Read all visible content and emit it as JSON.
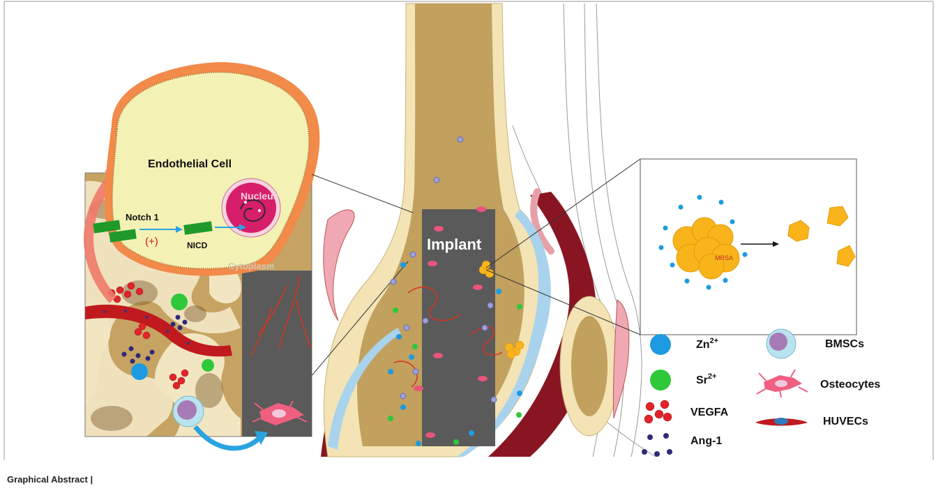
{
  "figure": {
    "caption": "Graphical Abstract |",
    "left_panel": {
      "cell_title": "Endothelial Cell",
      "nucleus_label": "Nucleus",
      "notch_label": "Notch 1",
      "plus_label": "(+)",
      "nicd_label": "NICD",
      "cytoplasm_label": "Cytoplasm"
    },
    "center": {
      "implant_label": "Implant"
    },
    "right_inset": {
      "bacteria_label": "MRSA"
    },
    "legend": {
      "zn": "Zn",
      "zn_sup": "2+",
      "sr": "Sr",
      "sr_sup": "2+",
      "vegfa": "VEGFA",
      "ang1": "Ang-1",
      "bmscs": "BMSCs",
      "osteocytes": "Osteocytes",
      "huvecs": "HUVECs"
    }
  },
  "colors": {
    "zn_ion": "#1e9be0",
    "sr_ion": "#2ec83a",
    "vegfa": "#e0242a",
    "ang1": "#2e2a78",
    "implant": "#5a5a5a",
    "bone_marrow": "#c2a05e",
    "bone_shell": "#f3e3b5",
    "cell_body": "#f4f1b4",
    "cell_membrane": "#f28a4a",
    "nucleus": "#d61e6a",
    "mrsa": "#f8b41a",
    "notch": "#1f9a2a",
    "arrow_blue": "#2aa3e0"
  }
}
